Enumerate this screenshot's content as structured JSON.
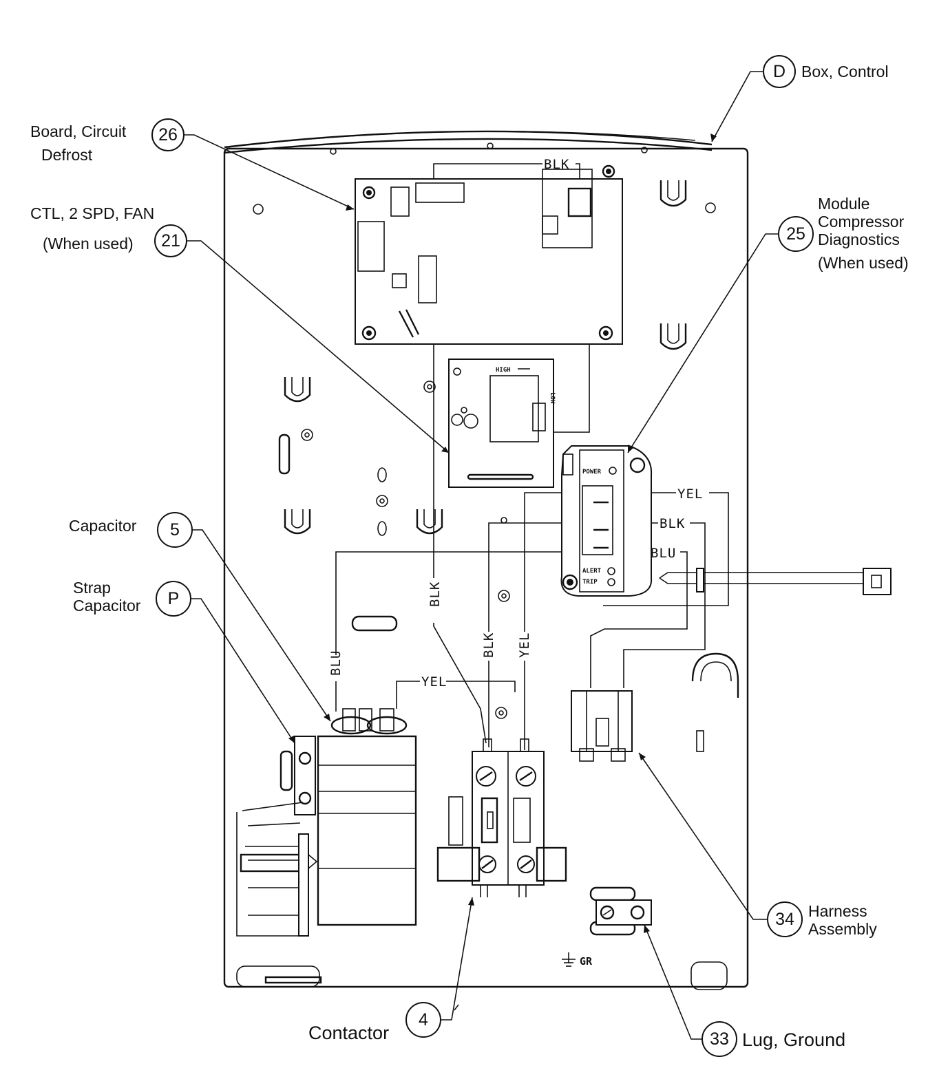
{
  "callouts": [
    {
      "id": "D",
      "desc": [
        "Box, Control"
      ]
    },
    {
      "id": "26",
      "desc": [
        "Board, Circuit",
        "Defrost"
      ]
    },
    {
      "id": "21",
      "desc": [
        "CTL, 2 SPD, FAN",
        "(When used)"
      ]
    },
    {
      "id": "25",
      "desc": [
        "Module",
        "Compressor",
        "Diagnostics",
        "(When used)"
      ]
    },
    {
      "id": "5",
      "desc": [
        "Capacitor"
      ]
    },
    {
      "id": "P",
      "desc": [
        "Strap",
        "Capacitor"
      ]
    },
    {
      "id": "34",
      "desc": [
        "Harness",
        "Assembly"
      ]
    },
    {
      "id": "4",
      "desc": [
        "Contactor"
      ]
    },
    {
      "id": "33",
      "desc": [
        "Lug, Ground"
      ]
    }
  ],
  "wires": {
    "blk": "BLK",
    "yel": "YEL",
    "blu": "BLU"
  },
  "board_marks": {
    "high": "HIGH",
    "low": "LOW",
    "power": "POWER",
    "alert": "ALERT",
    "trip": "TRIP",
    "ground": "GR"
  }
}
